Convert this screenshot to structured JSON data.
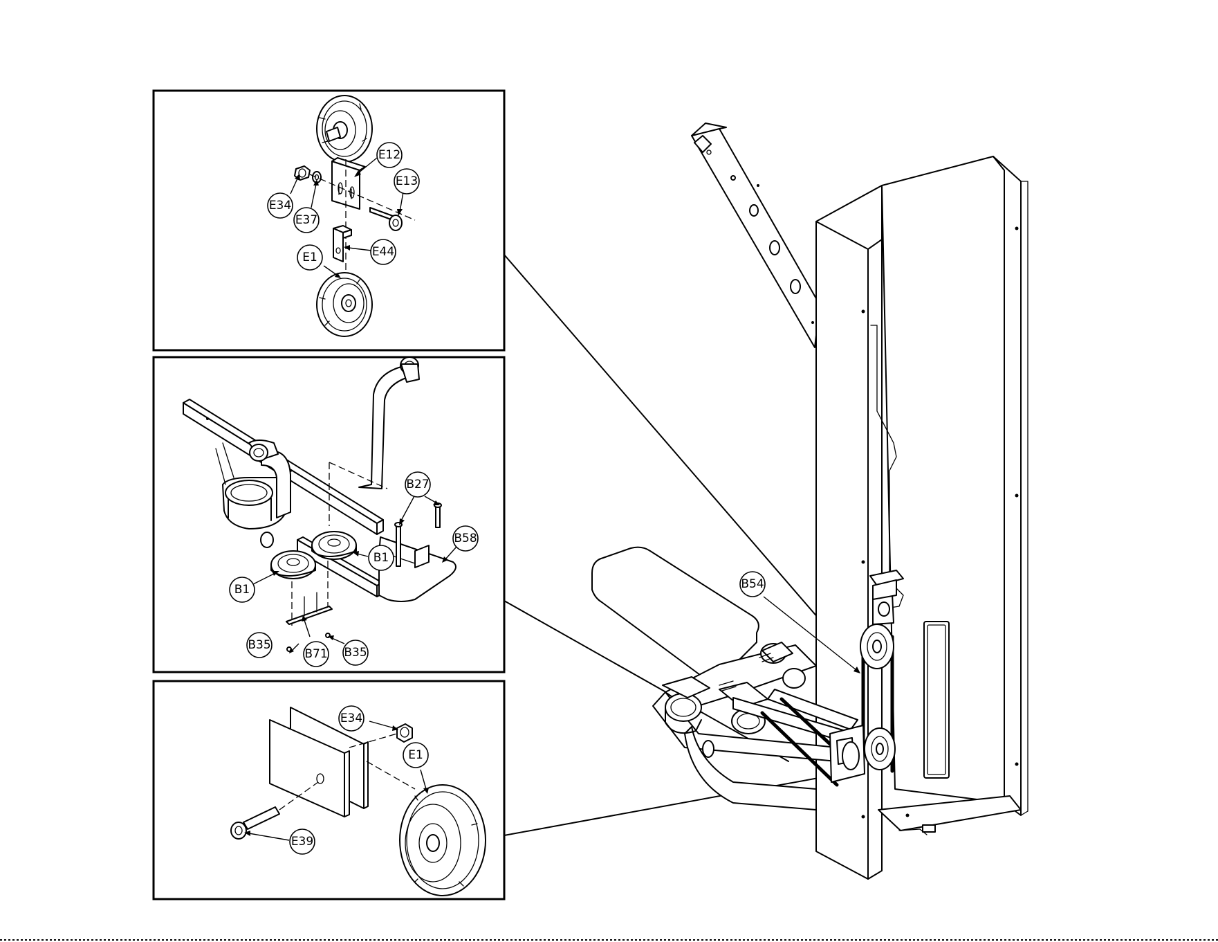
{
  "callouts": {
    "detail1": [
      {
        "id": "E12",
        "label": "E12"
      },
      {
        "id": "E13",
        "label": "E13"
      },
      {
        "id": "E34",
        "label": "E34"
      },
      {
        "id": "E37",
        "label": "E37"
      },
      {
        "id": "E44",
        "label": "E44"
      },
      {
        "id": "E1",
        "label": "E1"
      }
    ],
    "detail2": [
      {
        "id": "B27",
        "label": "B27"
      },
      {
        "id": "B58",
        "label": "B58"
      },
      {
        "id": "B1a",
        "label": "B1"
      },
      {
        "id": "B1b",
        "label": "B1"
      },
      {
        "id": "B35a",
        "label": "B35"
      },
      {
        "id": "B71",
        "label": "B71"
      },
      {
        "id": "B35b",
        "label": "B35"
      }
    ],
    "detail3": [
      {
        "id": "E34",
        "label": "E34"
      },
      {
        "id": "E1",
        "label": "E1"
      },
      {
        "id": "E39",
        "label": "E39"
      }
    ],
    "main": [
      {
        "id": "B54",
        "label": "B54"
      }
    ]
  }
}
